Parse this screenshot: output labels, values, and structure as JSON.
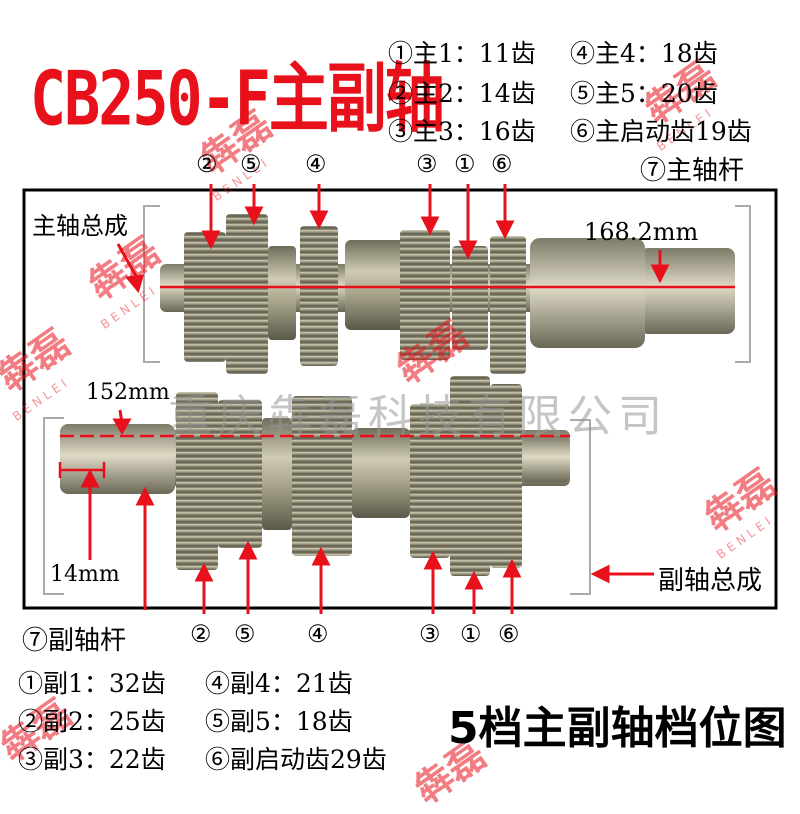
{
  "title": "CB250-F主副轴",
  "main_specs": [
    "①主1：11齿",
    "④主4：18齿",
    "②主2：14齿",
    "⑤主5：20齿",
    "③主3：16齿",
    "⑥主启动齿19齿"
  ],
  "main_shaft_rod_label": "⑦主轴杆",
  "main_assembly_label": "主轴总成",
  "main_length": "168.2mm",
  "top_markers": [
    "②",
    "⑤",
    "④",
    "③",
    "①",
    "⑥"
  ],
  "counter_length": "152mm",
  "spline_length": "14mm",
  "counter_assembly_label": "副轴总成",
  "company_watermark": "重庆犇磊科技有限公司",
  "bottom_markers": [
    "②",
    "⑤",
    "④",
    "③",
    "①",
    "⑥"
  ],
  "counter_shaft_rod_label": "⑦副轴杆",
  "counter_specs": [
    "①副1：32齿",
    "④副4：21齿",
    "②副2：25齿",
    "⑤副5：18齿",
    "③副3：22齿",
    "⑥副启动齿29齿"
  ],
  "bottom_title": "5档主副轴档位图",
  "brand_watermark": "犇磊",
  "brand_watermark_latin": "BENLEI",
  "colors": {
    "accent_red": "#e8101a",
    "gear_metal": "#a39f86",
    "frame": "#000000"
  }
}
